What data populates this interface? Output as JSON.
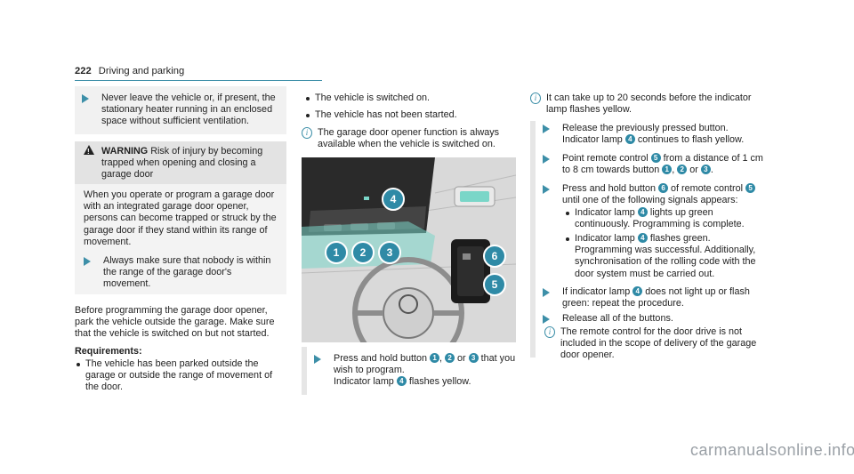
{
  "header": {
    "page_number": "222",
    "section": "Driving and parking"
  },
  "col1": {
    "step_never": "Never leave the vehicle or, if present, the stationary heater running in an enclosed space without sufficient ventilation.",
    "warning_label": "WARNING",
    "warning_title": "Risk of injury by becoming trapped when opening and closing a garage door",
    "warning_body": "When you operate or program a garage door with an integrated garage door opener, persons can become trapped or struck by the garage door if they stand within its range of movement.",
    "step_always": "Always make sure that nobody is within the range of the garage door's movement.",
    "before_text": "Before programming the garage door opener, park the vehicle outside the garage. Make sure that the vehicle is switched on but not started.",
    "requirements_label": "Requirements:",
    "req1": "The vehicle has been parked outside the garage or outside the range of movement of the door."
  },
  "col2": {
    "req2": "The vehicle is switched on.",
    "req3": "The vehicle has not been started.",
    "info1": "The garage door opener function is always available when the vehicle is switched on.",
    "callouts": [
      "1",
      "2",
      "3",
      "4",
      "5",
      "6"
    ],
    "step_press_a": "Press and hold button",
    "step_press_b": ",",
    "step_press_c": "or",
    "step_press_d": "that you wish to program.",
    "step_press_e": "Indicator lamp",
    "step_press_f": "flashes yellow."
  },
  "col3": {
    "info2": "It can take up to 20 seconds before the indicator lamp flashes yellow.",
    "step_release1_a": "Release the previously pressed button.",
    "step_release1_b": "Indicator lamp",
    "step_release1_c": "continues to flash yellow.",
    "step_point_a": "Point remote control",
    "step_point_b": "from a distance of 1 cm to 8 cm towards button",
    "step_point_c": ",",
    "step_point_d": "or",
    "step_point_e": ".",
    "step_hold_a": "Press and hold button",
    "step_hold_b": "of remote control",
    "step_hold_c": "until one of the following signals appears:",
    "sig1_a": "Indicator lamp",
    "sig1_b": "lights up green continuously. Programming is complete.",
    "sig2_a": "Indicator lamp",
    "sig2_b": "flashes green. Programming was successful. Additionally, synchronisation of the rolling code with the door system must be carried out.",
    "step_if_a": "If indicator lamp",
    "step_if_b": "does not light up or flash green: repeat the procedure.",
    "step_release2": "Release all of the buttons.",
    "info3": "The remote control for the door drive is not included in the scope of delivery of the garage door opener."
  },
  "footer": {
    "watermark": "carmanualsonline.info"
  }
}
